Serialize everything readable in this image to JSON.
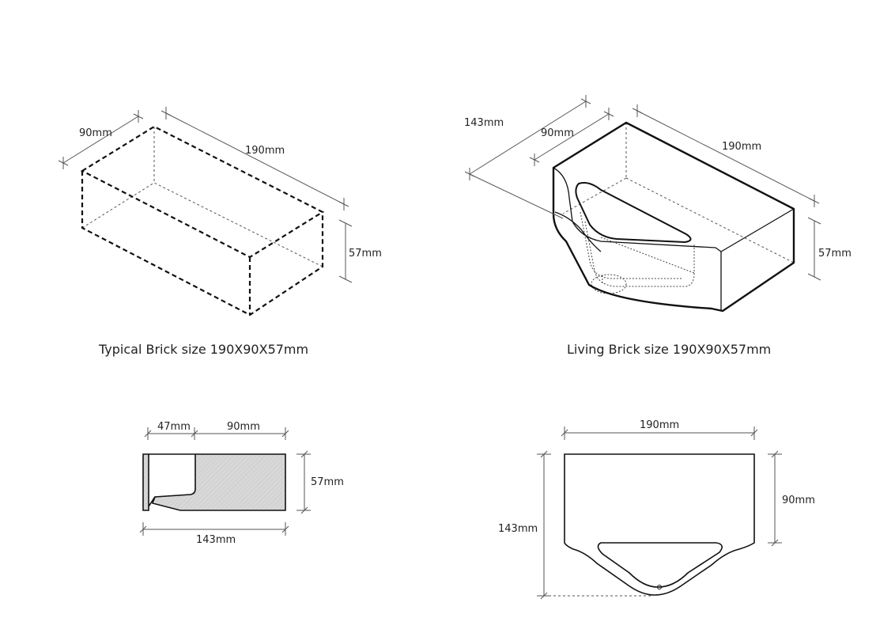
{
  "typical_brick": {
    "caption": "Typical Brick size 190X90X57mm",
    "depth": "90mm",
    "length": "190mm",
    "height": "57mm"
  },
  "living_brick": {
    "caption": "Living Brick size 190X90X57mm",
    "overall_depth": "143mm",
    "depth": "90mm",
    "length": "190mm",
    "height": "57mm"
  },
  "section_view": {
    "channel": "47mm",
    "body": "90mm",
    "height": "57mm",
    "overall": "143mm"
  },
  "plan_view": {
    "length": "190mm",
    "depth": "90mm",
    "overall": "143mm"
  }
}
